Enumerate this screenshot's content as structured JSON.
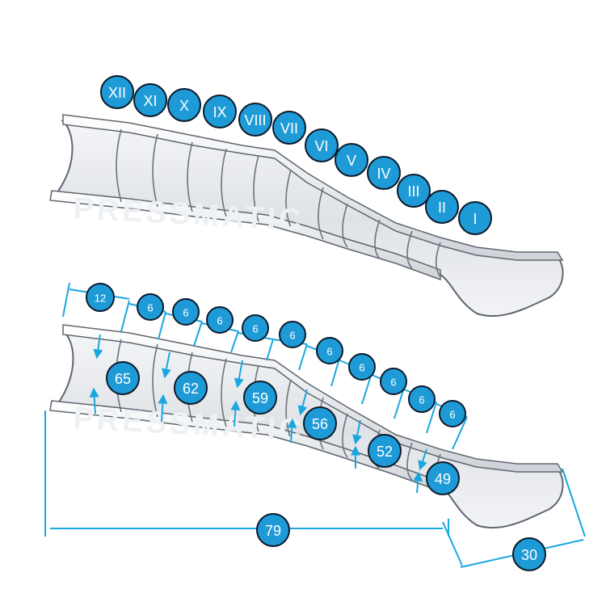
{
  "watermark": "PRESSMATIC",
  "colors": {
    "accent": "#1e9bd7",
    "badge_border": "#0d1a2b",
    "garment_fill": "#e7e9ed",
    "garment_outline": "#5f6670",
    "dimension_line": "#1aa7e0"
  },
  "chamber_labels": [
    "XII",
    "XI",
    "X",
    "IX",
    "VIII",
    "VII",
    "VI",
    "V",
    "IV",
    "III",
    "II",
    "I"
  ],
  "chamber_widths": [
    "12",
    "6",
    "6",
    "6",
    "6",
    "6",
    "6",
    "6",
    "6",
    "6",
    "6"
  ],
  "circumferences": [
    "65",
    "62",
    "59",
    "56",
    "52",
    "49"
  ],
  "dimensions": {
    "total_length": "79",
    "foot_length": "30"
  }
}
